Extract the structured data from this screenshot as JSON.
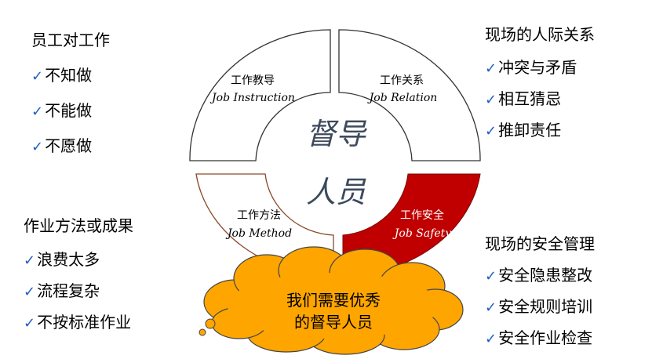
{
  "left_top": {
    "heading": "员工对工作",
    "items": [
      "不知做",
      "不能做",
      "不愿做"
    ]
  },
  "left_bottom": {
    "heading": "作业方法或成果",
    "items": [
      "浪费太多",
      "流程复杂",
      "不按标准作业"
    ]
  },
  "right_top": {
    "heading": "现场的人际关系",
    "items": [
      "冲突与矛盾",
      "相互猜忌",
      "推卸责任"
    ]
  },
  "right_bottom": {
    "heading": "现场的安全管理",
    "items": [
      "安全隐患整改",
      "安全规则培训",
      "安全作业检查"
    ]
  },
  "check_mark": "✓",
  "center": {
    "line1": "督导",
    "line2": "人员"
  },
  "quadrants": {
    "instruction": {
      "title": "工作教导",
      "subtitle": "Job Instruction"
    },
    "relation": {
      "title": "工作关系",
      "subtitle": "Job Relation"
    },
    "method": {
      "title": "工作方法",
      "subtitle": "Job Method"
    },
    "safety": {
      "title": "工作安全",
      "subtitle": "Job Safety"
    }
  },
  "cloud": {
    "line1": "我们需要优秀",
    "line2": "的督导人员"
  },
  "colors": {
    "safety_fill": "#c00000",
    "cloud_fill": "#ffa500",
    "method_stroke": "#8b4a2a",
    "check": "#1f5fbf",
    "center_text": "#3d4a5c"
  }
}
